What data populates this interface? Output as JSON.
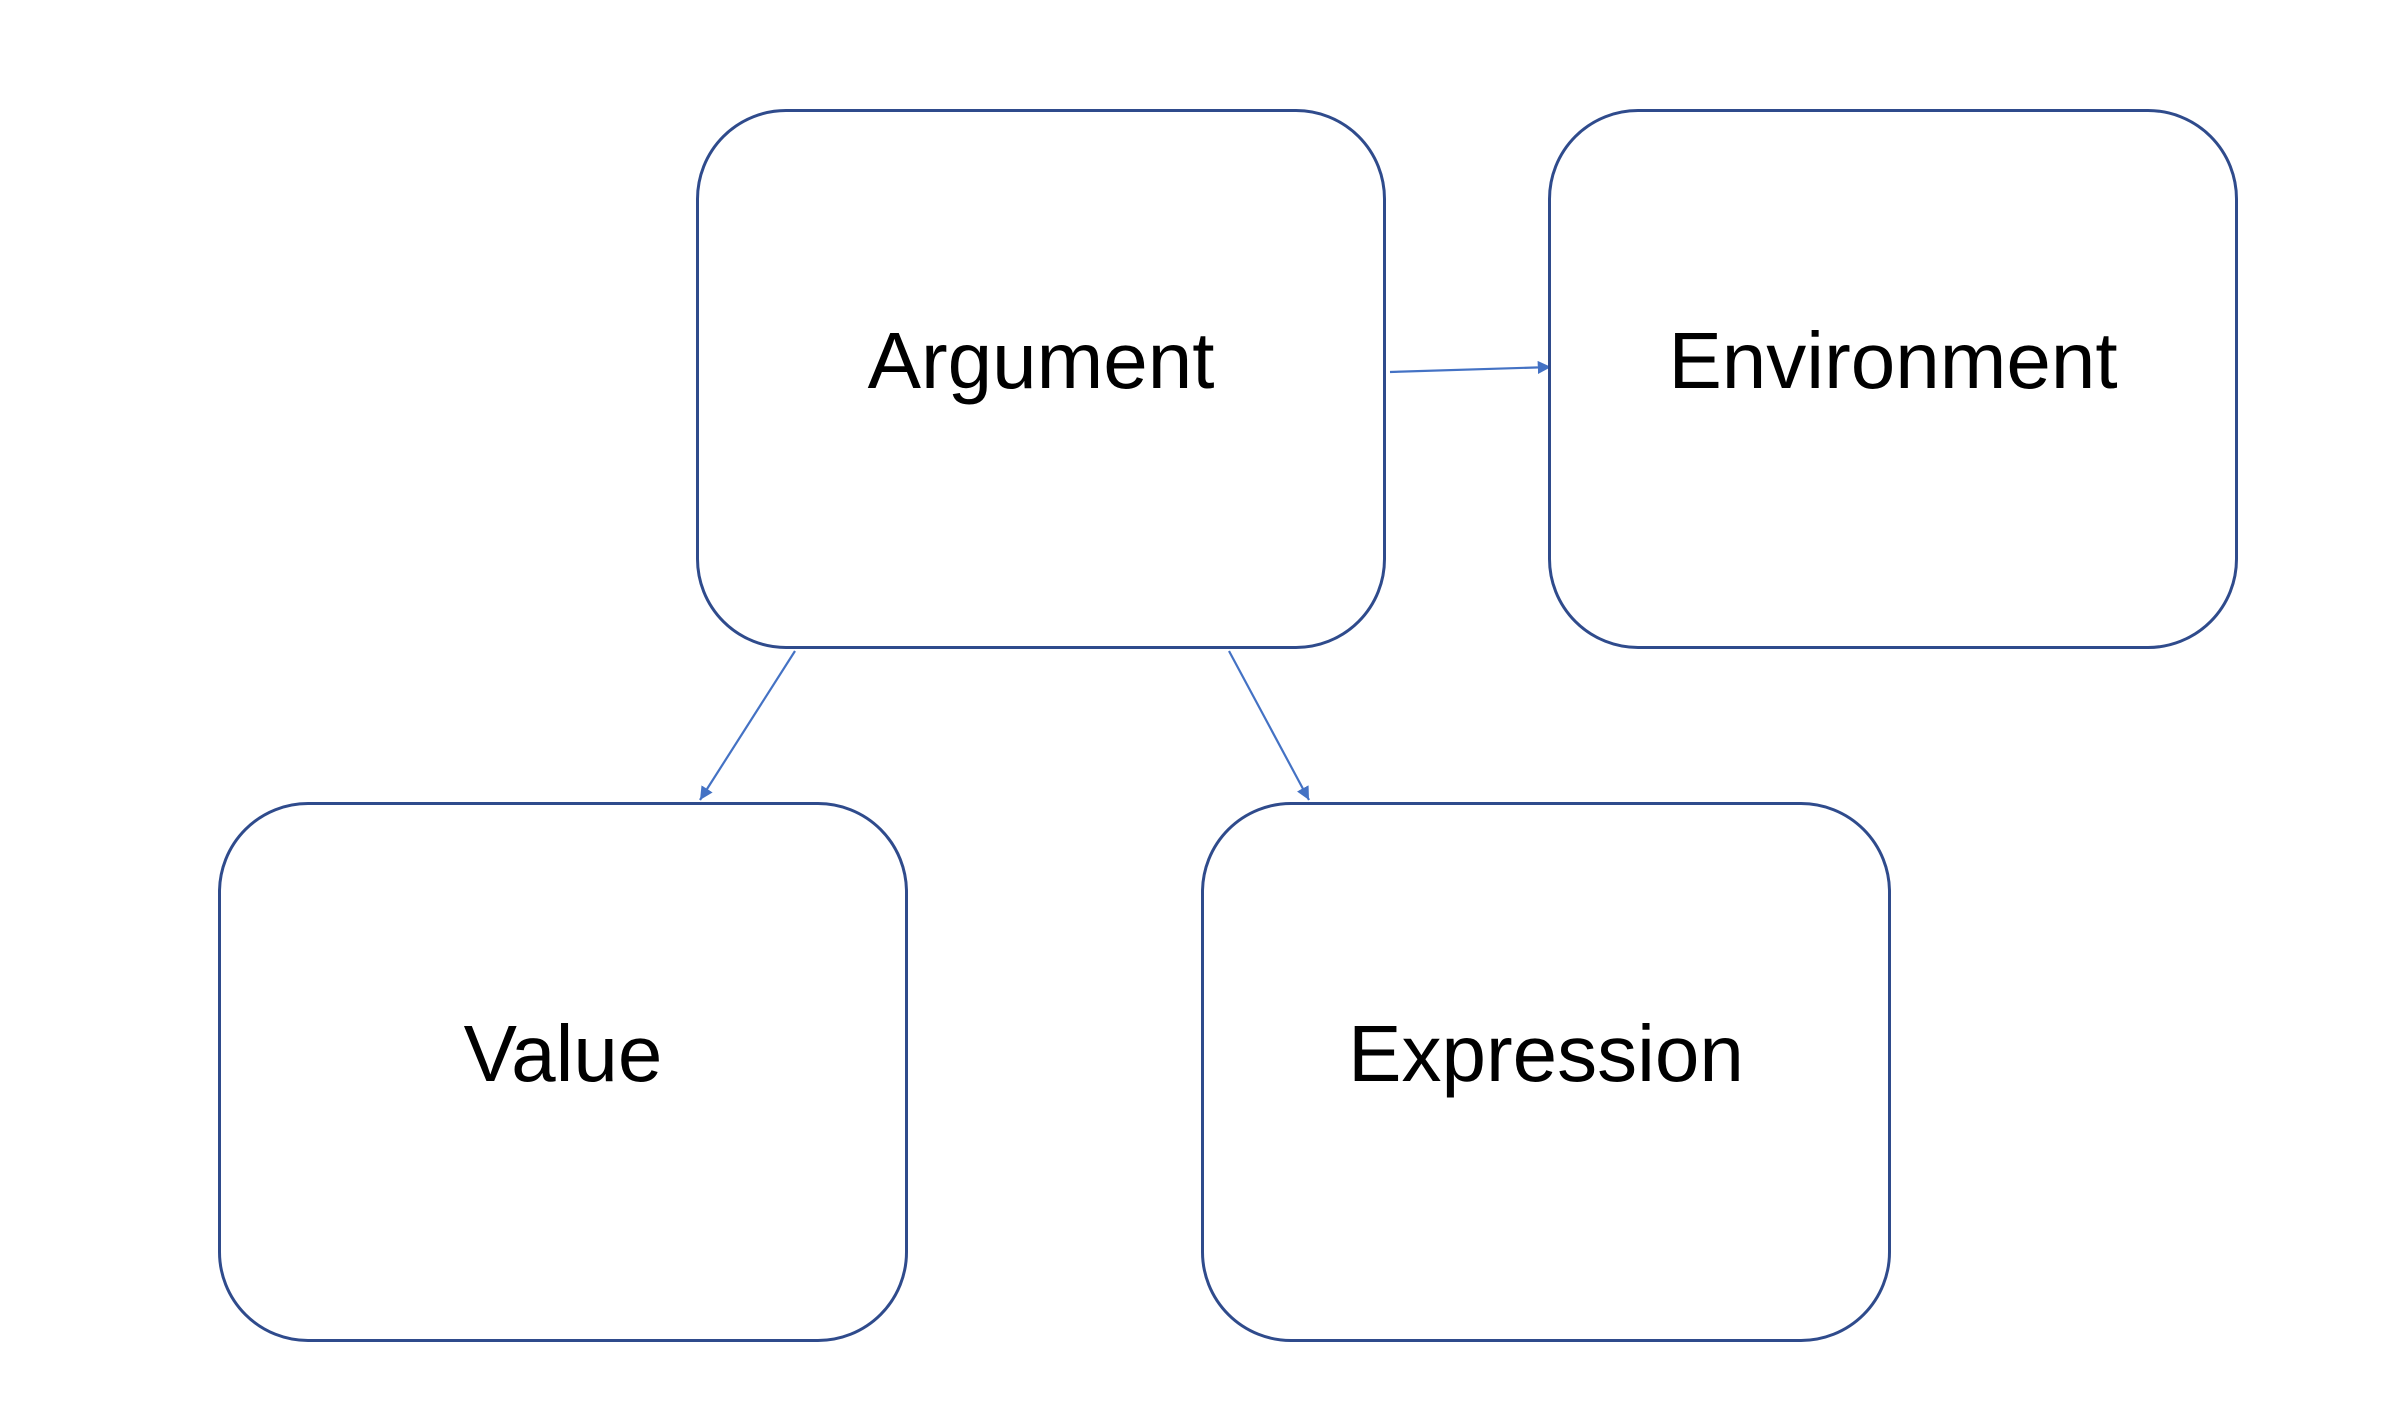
{
  "diagram": {
    "nodes": {
      "argument": {
        "label": "Argument"
      },
      "environment": {
        "label": "Environment"
      },
      "value": {
        "label": "Value"
      },
      "expression": {
        "label": "Expression"
      }
    },
    "edges": [
      {
        "from": "Argument",
        "to": "Environment"
      },
      {
        "from": "Argument",
        "to": "Value"
      },
      {
        "from": "Argument",
        "to": "Expression"
      }
    ],
    "colors": {
      "node_border": "#2f4b8c",
      "edge": "#4472c4",
      "text": "#000000",
      "background": "#ffffff"
    }
  }
}
